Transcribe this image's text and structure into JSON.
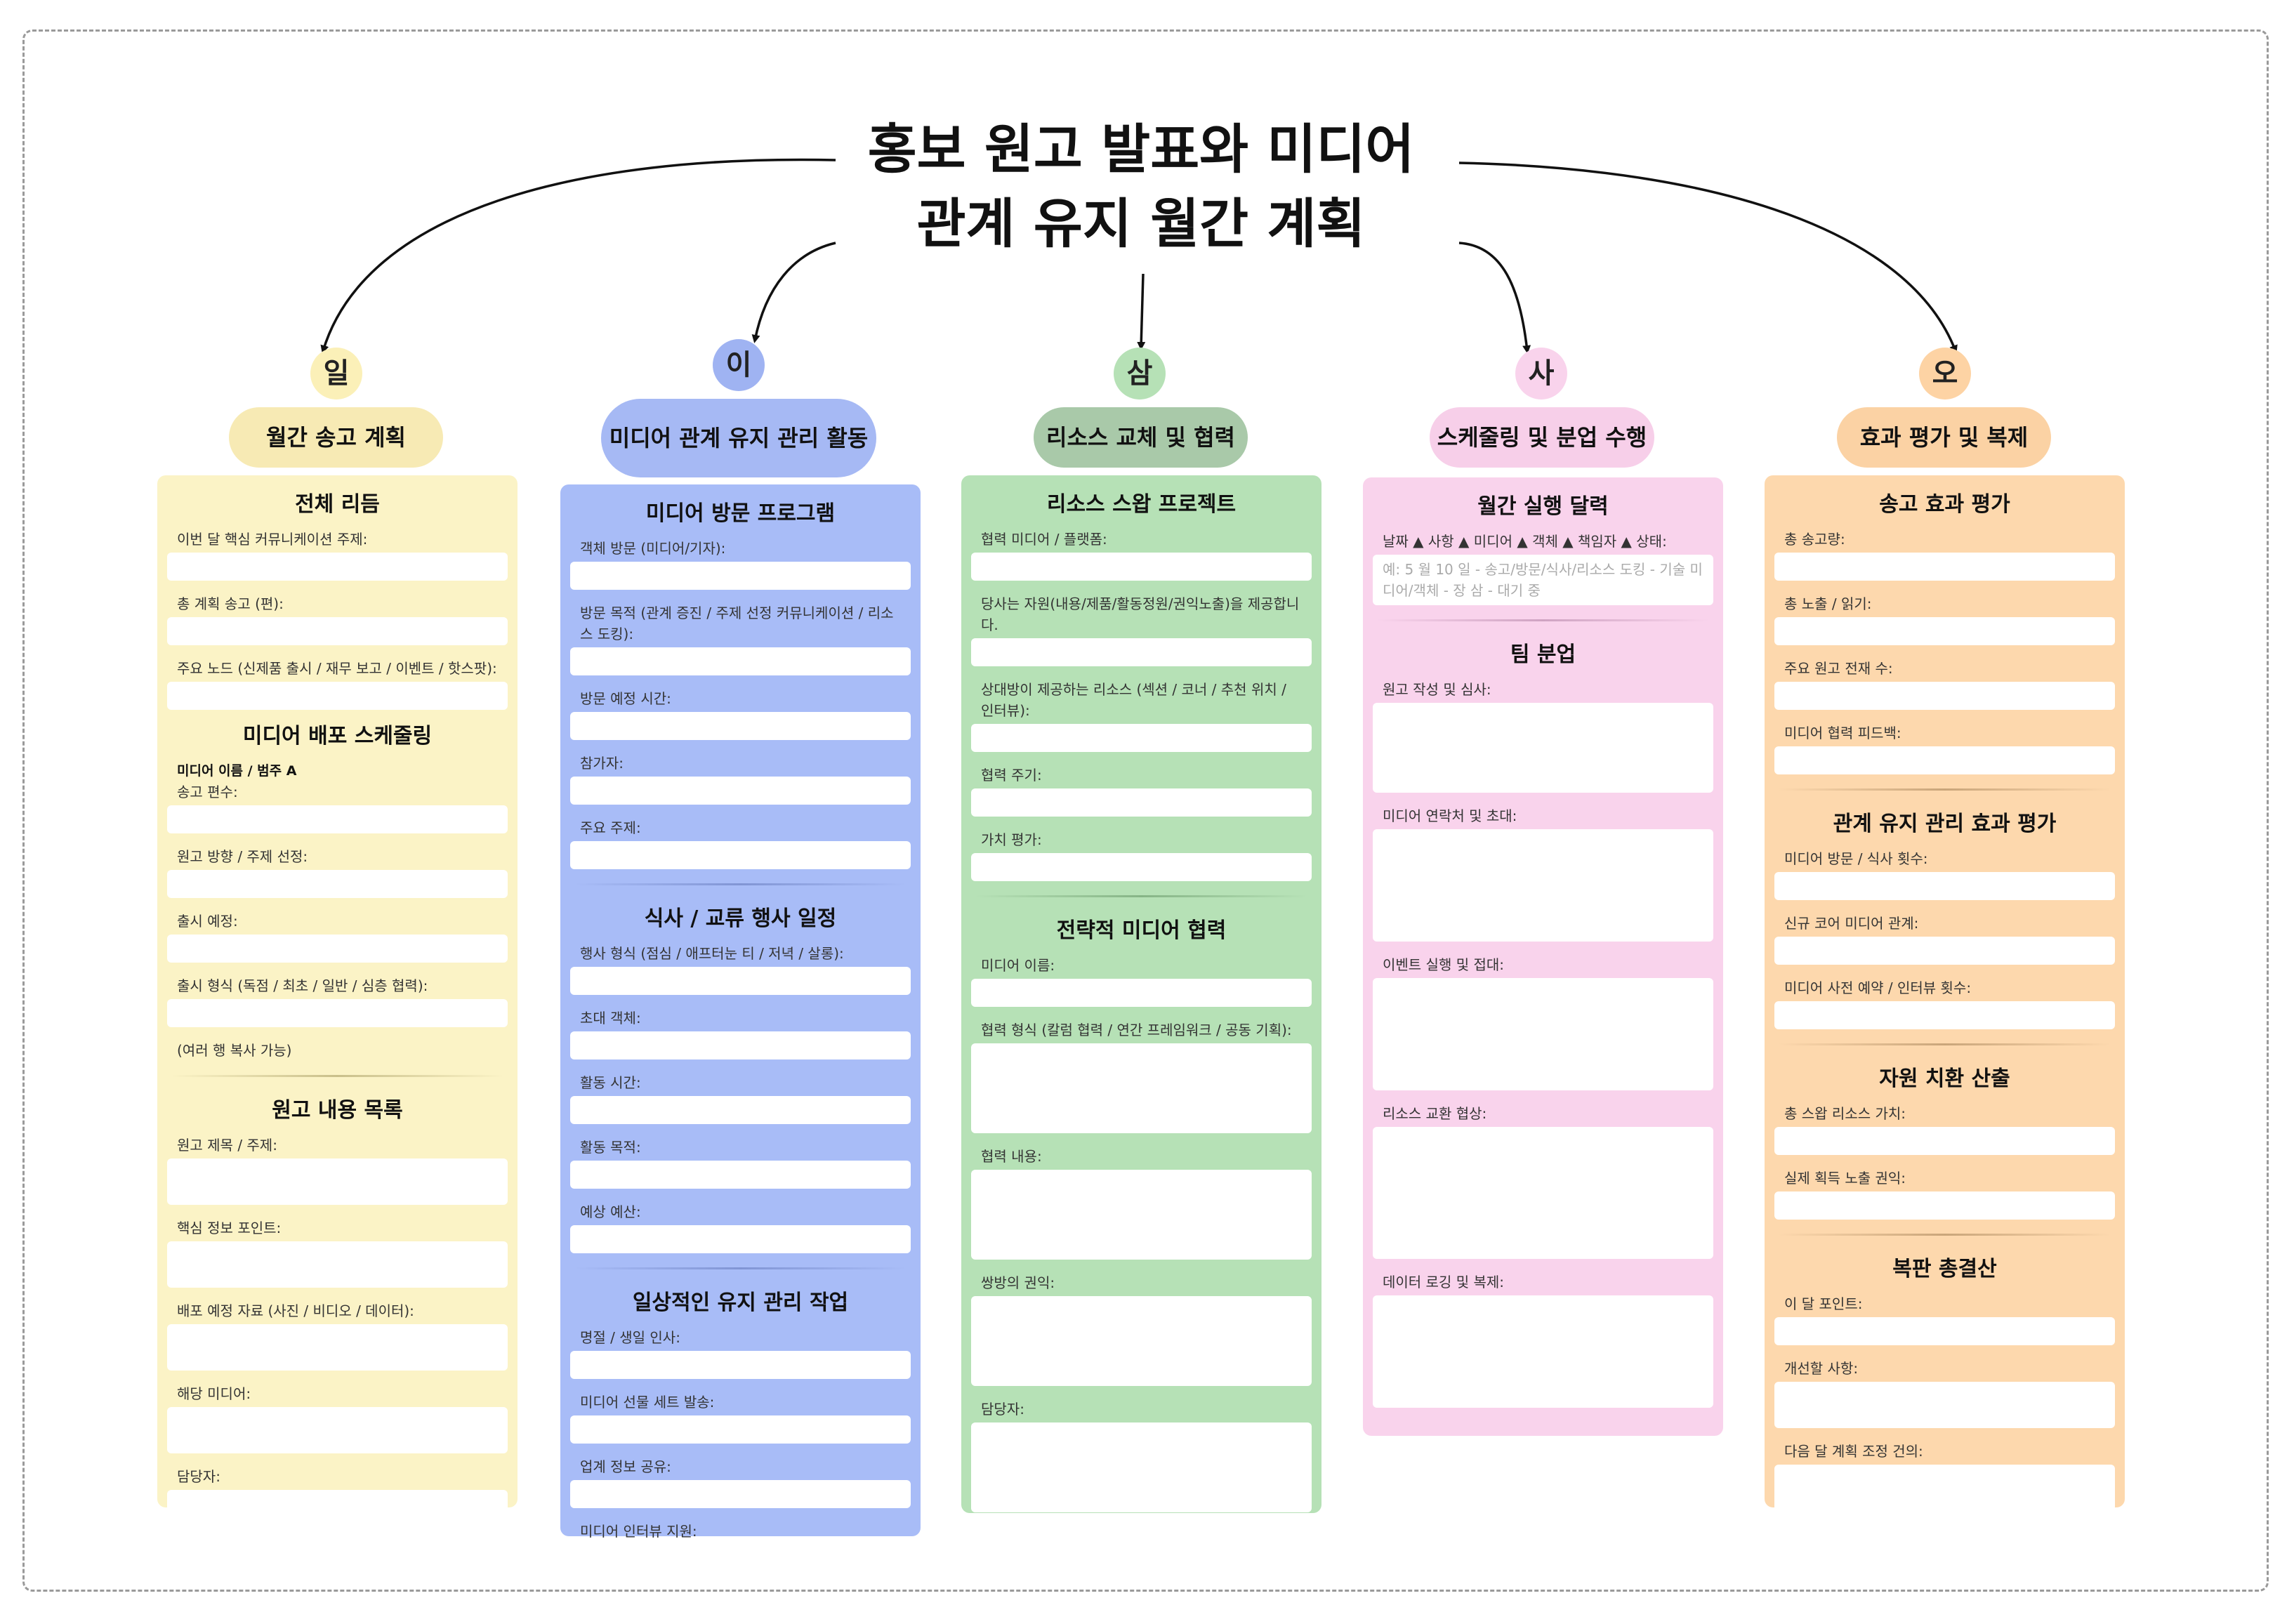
{
  "title": [
    "홍보 원고 발표와 미디어",
    "관계 유지 월간 계획"
  ],
  "colors": {
    "yellow_card": "#fbf3c6",
    "yellow_pill": "#f7eab4",
    "blue_card": "#a8bcf7",
    "blue_pill": "#a6b9f4",
    "blue_num": "#9fb3f2",
    "green_card": "#b6e1b6",
    "green_pill": "#a9c9a9",
    "green_num": "#b6e1b6",
    "pink_card": "#f9d3ec",
    "pink_pill": "#f7cfe9",
    "orange_card": "#fdd8ad",
    "orange_pill": "#fbd2a4",
    "frame": "#9a9a9a"
  },
  "columns": [
    {
      "num": "일",
      "heading": "월간 송고 계획",
      "sections": [
        {
          "title": "전체 리듬",
          "fields": [
            "이번 달 핵심 커뮤니케이션 주제:",
            "총 계획 송고 (편):",
            "주요 노드 (신제품 출시 / 재무 보고 / 이벤트 / 핫스팟):"
          ]
        },
        {
          "title": "미디어 배포 스케줄링",
          "sublabel": "미디어 이름 / 범주 A",
          "fields": [
            "송고 편수:",
            "원고 방향 / 주제 선정:",
            "출시 예정:",
            "출시 형식 (독점 / 최초 / 일반 / 심층 협력):"
          ],
          "note": "(여러 행 복사 가능)"
        },
        {
          "title": "원고 내용 목록",
          "fields": [
            "원고 제목 / 주제:",
            "핵심 정보 포인트:",
            "배포 예정 자료 (사진 / 비디오 / 데이터):",
            "해당 미디어:",
            "담당자:"
          ]
        }
      ]
    },
    {
      "num": "이",
      "heading": "미디어 관계 유지 관리 활동",
      "sections": [
        {
          "title": "미디어 방문 프로그램",
          "fields": [
            "객체 방문 (미디어/기자):",
            "방문 목적 (관계 증진 / 주제 선정 커뮤니케이션 / 리소스 도킹):",
            "방문 예정 시간:",
            "참가자:",
            "주요 주제:"
          ]
        },
        {
          "title": "식사 / 교류 행사 일정",
          "fields": [
            "행사 형식 (점심 / 애프터눈 티 / 저녁 / 살롱):",
            "초대 객체:",
            "활동 시간:",
            "활동 목적:",
            "예상 예산:"
          ]
        },
        {
          "title": "일상적인 유지 관리 작업",
          "fields": [
            "명절 / 생일 인사:",
            "미디어 선물 세트 발송:",
            "업계 정보 공유:",
            "미디어 인터뷰 지원:"
          ]
        }
      ]
    },
    {
      "num": "삼",
      "heading": "리소스 교체 및 협력",
      "sections": [
        {
          "title": "리소스 스왑 프로젝트",
          "fields": [
            "협력 미디어 / 플랫폼:",
            "당사는 자원(내용/제품/활동정원/권익노출)을 제공합니다.",
            "상대방이 제공하는 리소스 (섹션 / 코너 / 추천 위치 / 인터뷰):",
            "협력 주기:",
            "가치 평가:"
          ]
        },
        {
          "title": "전략적 미디어 협력",
          "fields": [
            "미디어 이름:",
            "협력 형식 (칼럼 협력 / 연간 프레임워크 / 공동 기획):",
            "협력 내용:",
            "쌍방의 권익:",
            "담당자:"
          ]
        }
      ]
    },
    {
      "num": "사",
      "heading": "스케줄링 및 분업 수행",
      "sections": [
        {
          "title": "월간 실행 달력",
          "fields": [
            "날짜 ▲ 사항 ▲ 미디어 ▲ 객체 ▲ 책임자 ▲ 상태:"
          ],
          "placeholder": "예: 5 월 10 일 - 송고/방문/식사/리소스 도킹 - 기술 미디어/객체 - 장 삼 - 대기 중"
        },
        {
          "title": "팀 분업",
          "fields": [
            "원고 작성 및 심사:",
            "미디어 연락처 및 초대:",
            "이벤트 실행 및 접대:",
            "리소스 교환 협상:",
            "데이터 로깅 및 복제:"
          ]
        }
      ]
    },
    {
      "num": "오",
      "heading": "효과 평가 및 복제",
      "sections": [
        {
          "title": "송고 효과 평가",
          "fields": [
            "총 송고량:",
            "총 노출 / 읽기:",
            "주요 원고 전재 수:",
            "미디어 협력 피드백:"
          ]
        },
        {
          "title": "관계 유지 관리 효과 평가",
          "fields": [
            "미디어 방문 / 식사 횟수:",
            "신규 코어 미디어 관계:",
            "미디어 사전 예약 / 인터뷰 횟수:"
          ]
        },
        {
          "title": "자원 치환 산출",
          "fields": [
            "총 스왑 리소스 가치:",
            "실제 획득 노출 권익:"
          ]
        },
        {
          "title": "복판 총결산",
          "fields": [
            "이 달 포인트:",
            "개선할 사항:",
            "다음 달 계획 조정 건의:"
          ]
        }
      ]
    }
  ]
}
